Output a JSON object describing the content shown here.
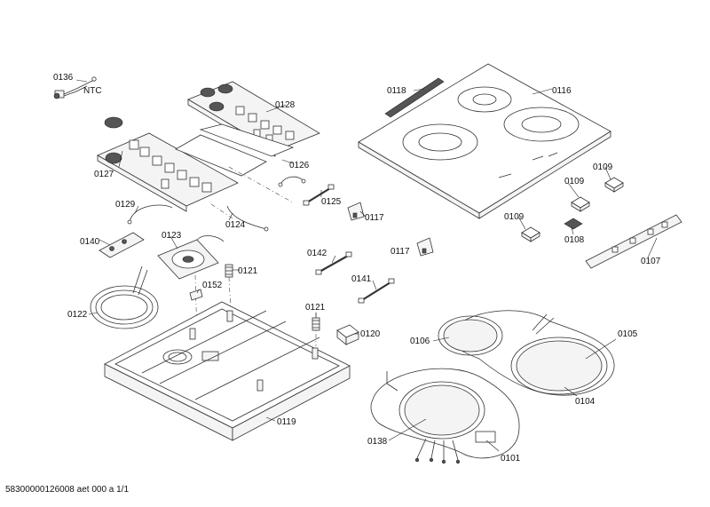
{
  "callouts": {
    "p0136": "0136",
    "ntc": "NTC",
    "p0128": "0128",
    "p0127": "0127",
    "p0126": "0126",
    "p0129": "0129",
    "p0124": "0124",
    "p0125": "0125",
    "p0117a": "0117",
    "p0117b": "0117",
    "p0118": "0118",
    "p0116": "0116",
    "p0109a": "0109",
    "p0109b": "0109",
    "p0109c": "0109",
    "p0108": "0108",
    "p0107": "0107",
    "p0140": "0140",
    "p0123": "0123",
    "p0121a": "0121",
    "p0121b": "0121",
    "p0152": "0152",
    "p0122": "0122",
    "p0142": "0142",
    "p0141": "0141",
    "p0120": "0120",
    "p0119": "0119",
    "p0106": "0106",
    "p0105": "0105",
    "p0104": "0104",
    "p0138": "0138",
    "p0101": "0101"
  },
  "footer": {
    "doc_id": "58300000126008 aet 000 a 1/1"
  }
}
